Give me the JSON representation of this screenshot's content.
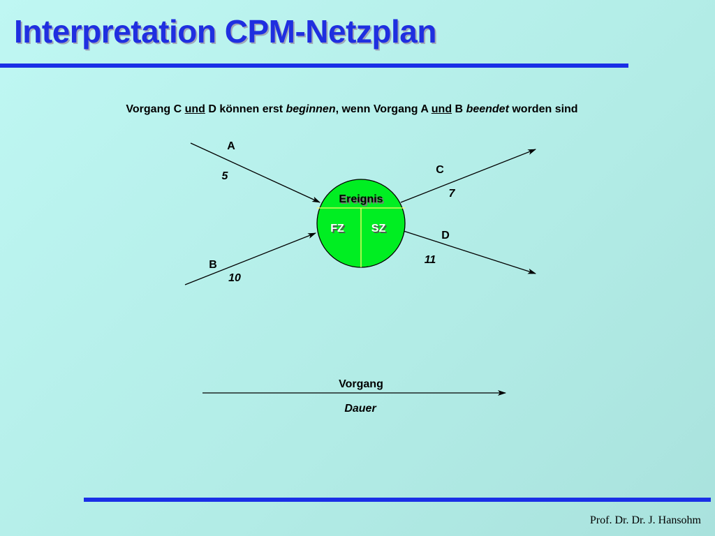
{
  "slide": {
    "title": "Interpretation CPM-Netzplan",
    "statement": {
      "p1": "Vorgang C ",
      "und1": "und",
      "p2": " D können erst ",
      "beginnen": "beginnen",
      "p3": ", wenn Vorgang A ",
      "und2": "und",
      "p4": " B ",
      "beendet": "beendet",
      "p5": " worden sind"
    },
    "author": "Prof. Dr. Dr. J. Hansohm"
  },
  "diagram": {
    "node": {
      "label": "Ereignis",
      "left_label": "FZ",
      "right_label": "SZ",
      "fill": "#00ee22",
      "divider": "#ffff66"
    },
    "activities": [
      {
        "name": "A",
        "duration": "5"
      },
      {
        "name": "B",
        "duration": "10"
      },
      {
        "name": "C",
        "duration": "7"
      },
      {
        "name": "D",
        "duration": "11"
      }
    ],
    "legend": {
      "name": "Vorgang",
      "duration": "Dauer"
    }
  }
}
